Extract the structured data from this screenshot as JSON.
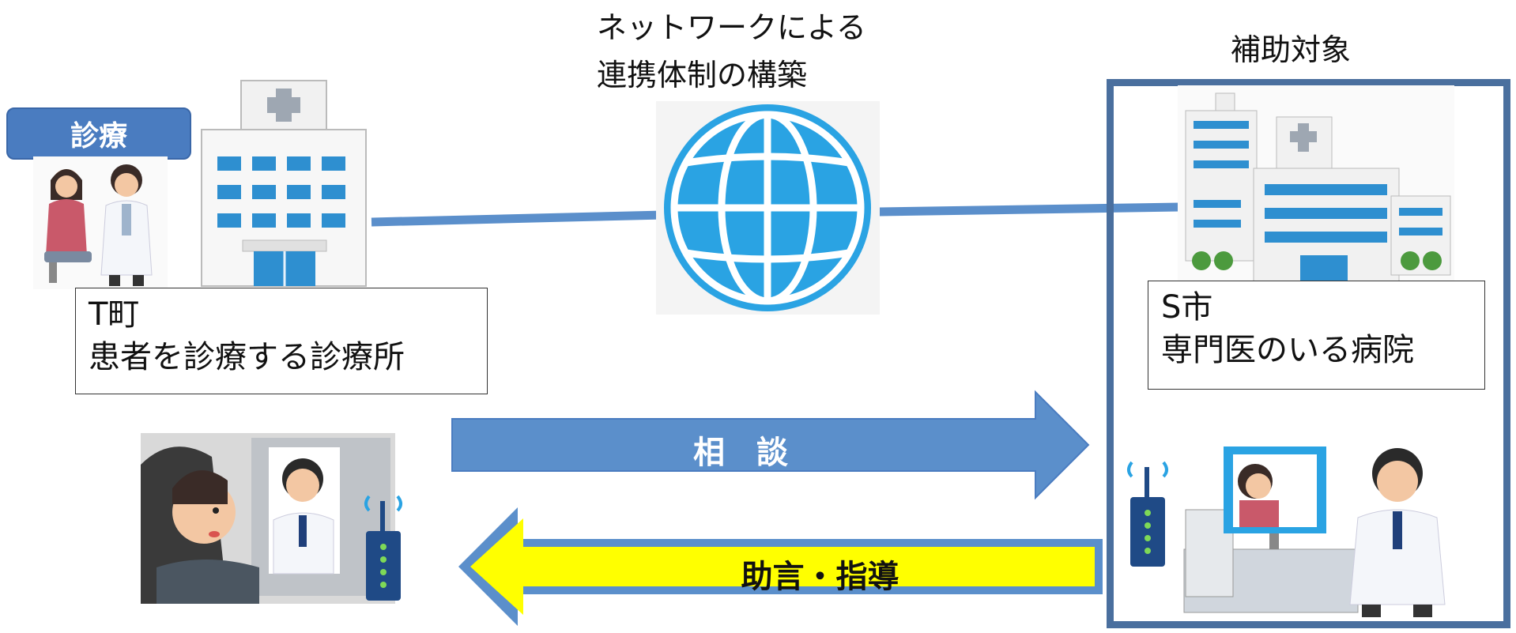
{
  "network_label": [
    "ネットワークによる",
    "連携体制の構築"
  ],
  "subsidy_label": "補助対象",
  "badge": "診療",
  "left_box": [
    "T町",
    "患者を診療する診療所"
  ],
  "right_box": [
    "S市",
    "専門医のいる病院"
  ],
  "consult_label": "相　談",
  "advice_label": "助言・指導",
  "colors": {
    "line_blue": "#5b8fcb",
    "arrow_blue": "#5b8fcb",
    "arrow_yellow": "#ffff00",
    "frame": "#4a6f9e",
    "globe": "#2aa3e3",
    "building_blue": "#2e8fd0"
  }
}
